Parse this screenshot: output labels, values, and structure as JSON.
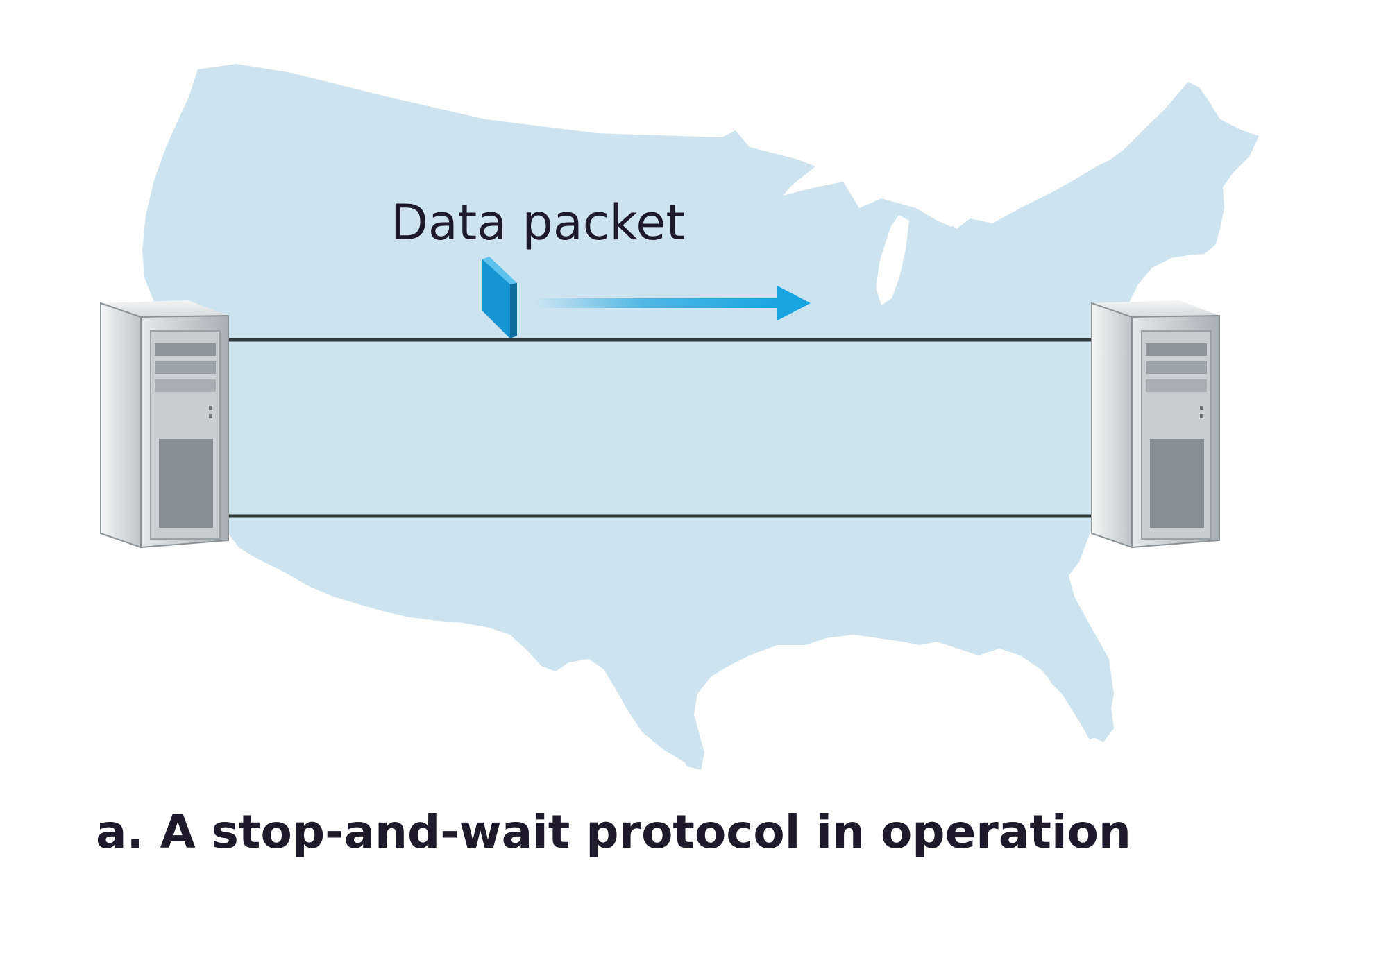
{
  "figure": {
    "packet_label": "Data packet",
    "caption": "a. A stop-and-wait protocol in operation"
  },
  "icons": {
    "sender": "server-tower-icon",
    "receiver": "server-tower-icon",
    "background": "us-map-silhouette",
    "packet": "data-packet-icon",
    "direction": "arrow-right-icon"
  },
  "colors": {
    "map_fill": "#cde4f0",
    "link_line": "#2f3a3d",
    "packet": "#1b9fd8",
    "arrow": "#18a4e0",
    "text": "#1e1a2b"
  }
}
